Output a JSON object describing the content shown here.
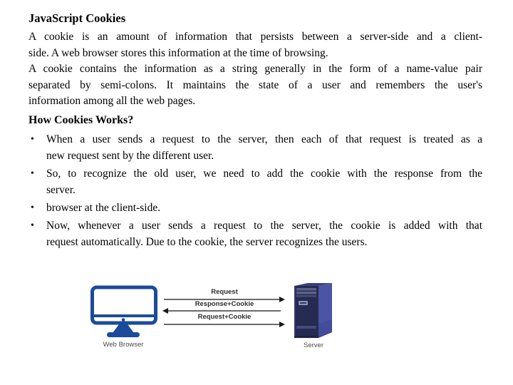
{
  "document": {
    "title": "JavaScript Cookies",
    "bullet_char": "•",
    "paragraphs": [
      {
        "lines": [
          "A cookie is an amount of information that persists between a server-side and a client-",
          "side. A web browser stores this information at the time of browsing."
        ]
      },
      {
        "lines": [
          "A cookie contains the information as a string generally in the form of a name-value pair",
          "separated by semi-colons. It maintains the state of a user and remembers the user's",
          "information among all the web pages."
        ]
      }
    ],
    "subheading": "How Cookies Works?",
    "bullets": [
      {
        "lines": [
          "When a user sends a request to the server, then each of that request is treated as a",
          "new request sent by the different user."
        ]
      },
      {
        "lines": [
          "So, to recognize the old user, we need to add the cookie with the response from the",
          "server."
        ]
      },
      {
        "lines": [
          "browser at the client-side."
        ]
      },
      {
        "lines": [
          "Now, whenever a user sends a request to the server, the cookie is added with that",
          "request automatically. Due to the cookie, the server recognizes the users."
        ]
      }
    ]
  },
  "diagram": {
    "browser_label": "Web Browser",
    "server_label": "Server",
    "arrows": [
      {
        "label": "Request",
        "direction": "right"
      },
      {
        "label": "Response+Cookie",
        "direction": "left"
      },
      {
        "label": "Request+Cookie",
        "direction": "right"
      }
    ],
    "colors": {
      "monitor_blue": "#1b4b9a",
      "server_front": "#262b52",
      "server_side": "#4a55a5",
      "arrow": "#3a3a3a",
      "label_text": "#4a4a4a"
    }
  }
}
